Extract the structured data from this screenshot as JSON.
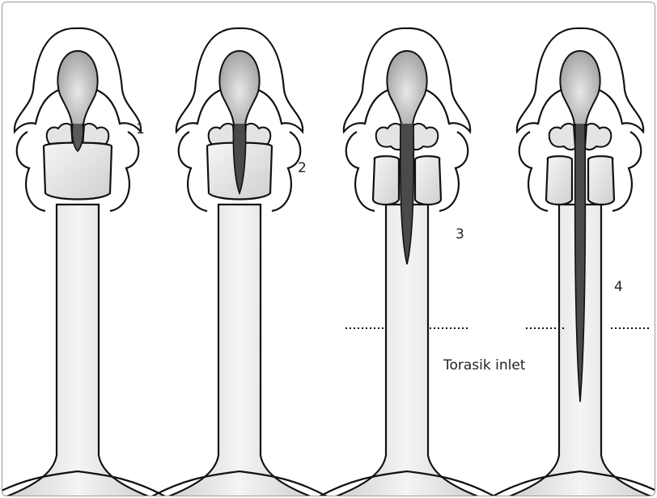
{
  "labels": {
    "stage1": "1",
    "stage2": "2",
    "stage3": "3",
    "stage4": "4",
    "thoracic_inlet": "Torasik inlet"
  },
  "colors": {
    "outline": "#111111",
    "fill_light": "#efefef",
    "fill_mid": "#d2d2d2",
    "fill_dark": "#a9a9a9",
    "frame_border": "#9a9a9a"
  }
}
